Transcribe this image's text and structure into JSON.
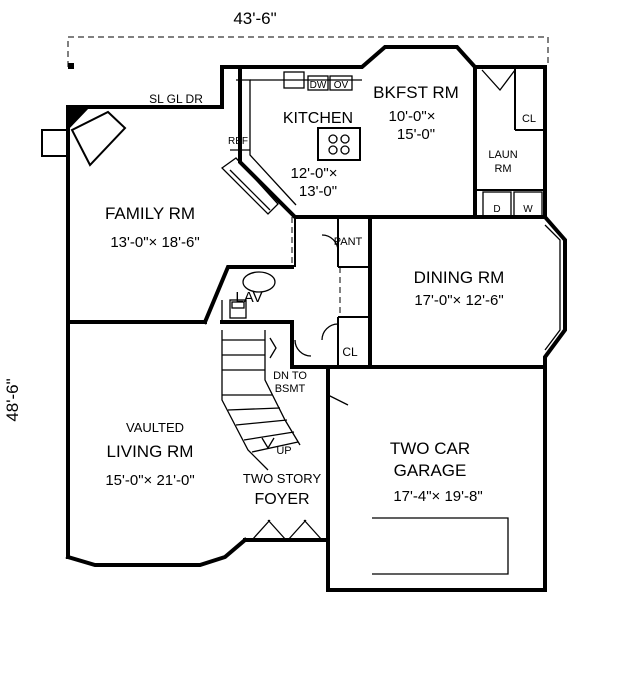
{
  "dimensions": {
    "width_overall": "43'-6\"",
    "depth_overall": "48'-6\""
  },
  "rooms": {
    "bkfst": {
      "name": "BKFST RM",
      "size_a": "10'-0\"×",
      "size_b": "15'-0\""
    },
    "kitchen": {
      "name": "KITCHEN",
      "size_a": "12'-0\"×",
      "size_b": "13'-0\""
    },
    "laundry": {
      "name_a": "LAUN",
      "name_b": "RM"
    },
    "family": {
      "name": "FAMILY RM",
      "size": "13'-0\"× 18'-6\""
    },
    "dining": {
      "name": "DINING RM",
      "size": "17'-0\"× 12'-6\""
    },
    "living": {
      "prefix": "VAULTED",
      "name": "LIVING RM",
      "size": "15'-0\"× 21'-0\""
    },
    "foyer": {
      "prefix": "TWO STORY",
      "name": "FOYER"
    },
    "garage": {
      "name_a": "TWO CAR",
      "name_b": "GARAGE",
      "size": "17'-4\"× 19'-8\""
    }
  },
  "fixtures": {
    "slider": "SL GL DR",
    "dishwasher": "DW",
    "oven": "OV",
    "refrigerator": "REF",
    "pantry": "PANT",
    "closet_laundry": "CL",
    "closet_foyer": "CL",
    "lavatory": "LAV",
    "dryer": "D",
    "washer": "W",
    "stairs_up": "UP",
    "stairs_down_a": "DN TO",
    "stairs_down_b": "BSMT"
  }
}
